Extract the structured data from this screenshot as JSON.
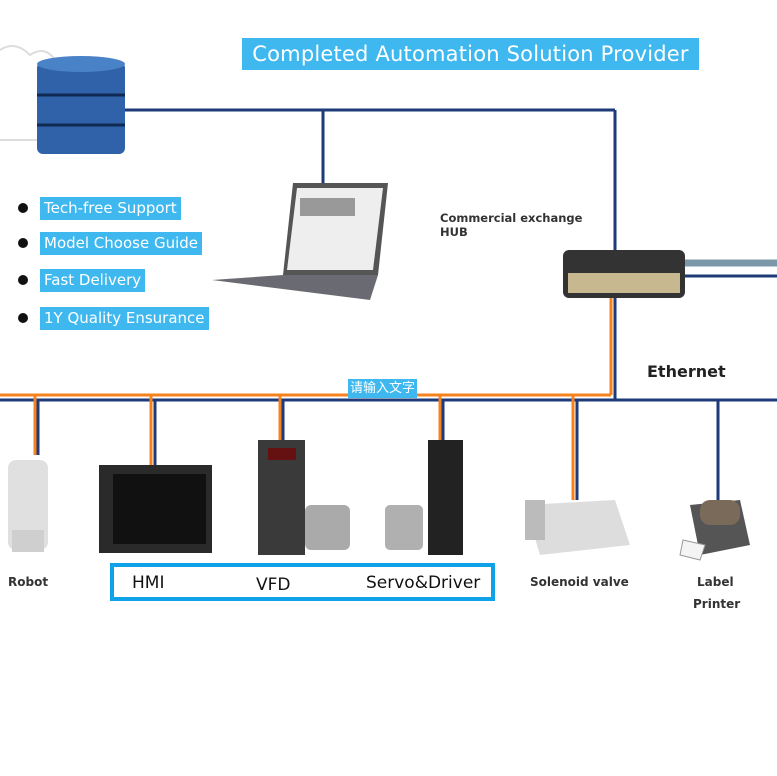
{
  "title": "Completed Automation Solution Provider",
  "features": [
    "Tech-free Support",
    "Model Choose Guide",
    "Fast Delivery",
    "1Y Quality Ensurance"
  ],
  "hub": {
    "label_line1": "Commercial exchange",
    "label_line2": "HUB"
  },
  "network": {
    "ethernet_label": "Ethernet",
    "bus_placeholder_label": "请输入文字"
  },
  "devices": {
    "robot": "Robot",
    "solenoid_valve": "Solenoid valve",
    "label_printer_line1": "Label",
    "label_printer_line2": "Printer"
  },
  "product_group": {
    "hmi": "HMI",
    "vfd": "VFD",
    "servo": "Servo&Driver"
  },
  "colors": {
    "accent_blue": "#3fb8ef",
    "box_border": "#10a2e8",
    "wire_navy": "#1e3a78",
    "wire_orange": "#f5821f"
  }
}
